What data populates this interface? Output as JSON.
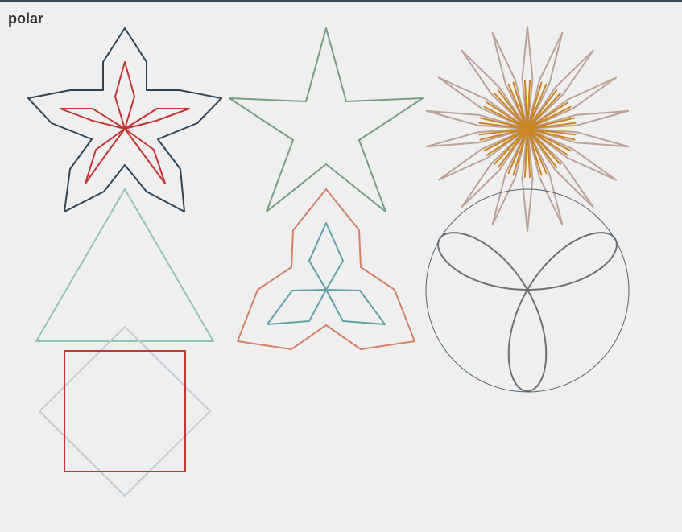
{
  "title": "polar",
  "colors": {
    "background": "#efefef",
    "top_border": "#3d4a57",
    "title_text": "#333333"
  },
  "shapes": [
    {
      "name": "outer-five-point-flower",
      "color": "#2f4556"
    },
    {
      "name": "inner-five-petal-star",
      "color": "#c23531"
    },
    {
      "name": "five-point-star",
      "color": "#749f83"
    },
    {
      "name": "eighteen-petal-flower",
      "color": "#bda29a"
    },
    {
      "name": "eighteen-ray-starburst",
      "color": "#ca8622"
    },
    {
      "name": "triangle",
      "color": "#91c7ae"
    },
    {
      "name": "three-lobe-outline",
      "color": "#d48265"
    },
    {
      "name": "three-petal-propeller",
      "color": "#61a0a8"
    },
    {
      "name": "three-petal-rose-curve",
      "color": "#6e7074"
    },
    {
      "name": "bounding-circle",
      "color": "#546570"
    },
    {
      "name": "rotated-square",
      "color": "#c4ccd3"
    },
    {
      "name": "square",
      "color": "#c23531"
    }
  ]
}
